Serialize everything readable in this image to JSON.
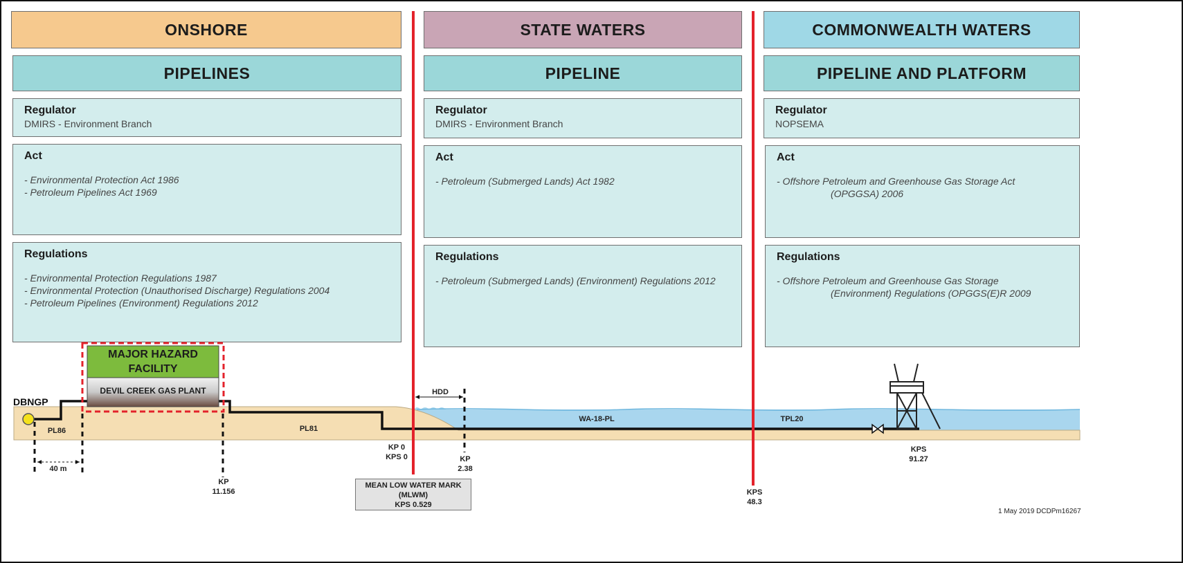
{
  "zones": [
    {
      "title": "ONSHORE",
      "subtitle": "PIPELINES",
      "regulator_label": "Regulator",
      "regulator": "DMIRS - Environment Branch",
      "act_label": "Act",
      "acts": [
        "- Environmental Protection Act 1986",
        "- Petroleum Pipelines Act 1969"
      ],
      "regs_label": "Regulations",
      "regs": [
        "- Environmental Protection Regulations 1987",
        "- Environmental Protection (Unauthorised Discharge) Regulations 2004",
        "- Petroleum Pipelines (Environment) Regulations 2012"
      ]
    },
    {
      "title": "STATE WATERS",
      "subtitle": "PIPELINE",
      "regulator_label": "Regulator",
      "regulator": "DMIRS - Environment Branch",
      "act_label": "Act",
      "acts": [
        "- Petroleum (Submerged Lands) Act 1982"
      ],
      "regs_label": "Regulations",
      "regs": [
        "- Petroleum (Submerged Lands) (Environment) Regulations 2012"
      ]
    },
    {
      "title": "COMMONWEALTH WATERS",
      "subtitle": "PIPELINE AND PLATFORM",
      "regulator_label": "Regulator",
      "regulator": "NOPSEMA",
      "act_label": "Act",
      "acts": [
        "- Offshore Petroleum and Greenhouse Gas Storage Act",
        "(OPGGSA) 2006"
      ],
      "regs_label": "Regulations",
      "regs": [
        "- Offshore Petroleum and Greenhouse Gas Storage",
        "(Environment) Regulations (OPGGS(E)R 2009"
      ]
    }
  ],
  "diagram": {
    "mhf_line1": "MAJOR HAZARD",
    "mhf_line2": "FACILITY",
    "plant": "DEVIL CREEK GAS PLANT",
    "dbngp": "DBNGP",
    "pl86": "PL86",
    "pl81": "PL81",
    "wa18": "WA-18-PL",
    "tpl20": "TPL20",
    "hdd": "HDD",
    "dist_40m": "40 m",
    "kp_11156_a": "KP",
    "kp_11156_b": "11.156",
    "kp0_a": "KP 0",
    "kp0_b": "KPS 0",
    "kp238_a": "KP",
    "kp238_b": "2.38",
    "kps483_a": "KPS",
    "kps483_b": "48.3",
    "kps9127_a": "KPS",
    "kps9127_b": "91.27",
    "mlwm_1": "MEAN LOW WATER MARK",
    "mlwm_2": "(MLWM)",
    "mlwm_3": "KPS 0.529",
    "footer": "1 May 2019 DCDPm16267"
  },
  "colors": {
    "onshore": "#f6c98e",
    "state": "#c9a5b5",
    "commonwealth": "#9fd8e6",
    "subheader": "#9bd7d9",
    "box": "#d3eded",
    "boundary": "#e3222b",
    "mhf": "#7dbb3d",
    "land": "#f5deb3",
    "sea": "#a9d6ee"
  }
}
